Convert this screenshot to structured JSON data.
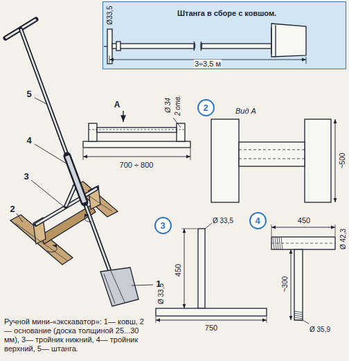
{
  "diagram": {
    "caption": "Ручной мини-«экскаватор»: 1— ковш, 2— основание (доска толщиной 25...30 мм), 3— тройник нижний, 4— тройник верхний, 5— штанга.",
    "nodes": [
      {
        "text": [
          "Штанга в сборе с ковшом."
        ]
      },
      {
        "text": [
          "2"
        ]
      },
      {
        "text": [
          "3"
        ]
      },
      {
        "text": [
          "4"
        ]
      }
    ],
    "labels": [
      "5",
      "4",
      "3",
      "2",
      "1",
      "Ø33,5",
      "3÷3,5 м",
      "А",
      "Ø 34",
      "2 отв.",
      "700 ÷ 800",
      "Вид А",
      "~500",
      "Ø 33,5",
      "450",
      "Ø 33,5",
      "750",
      "450",
      "Ø 42,3",
      "~300",
      "Ø 35,9"
    ]
  }
}
